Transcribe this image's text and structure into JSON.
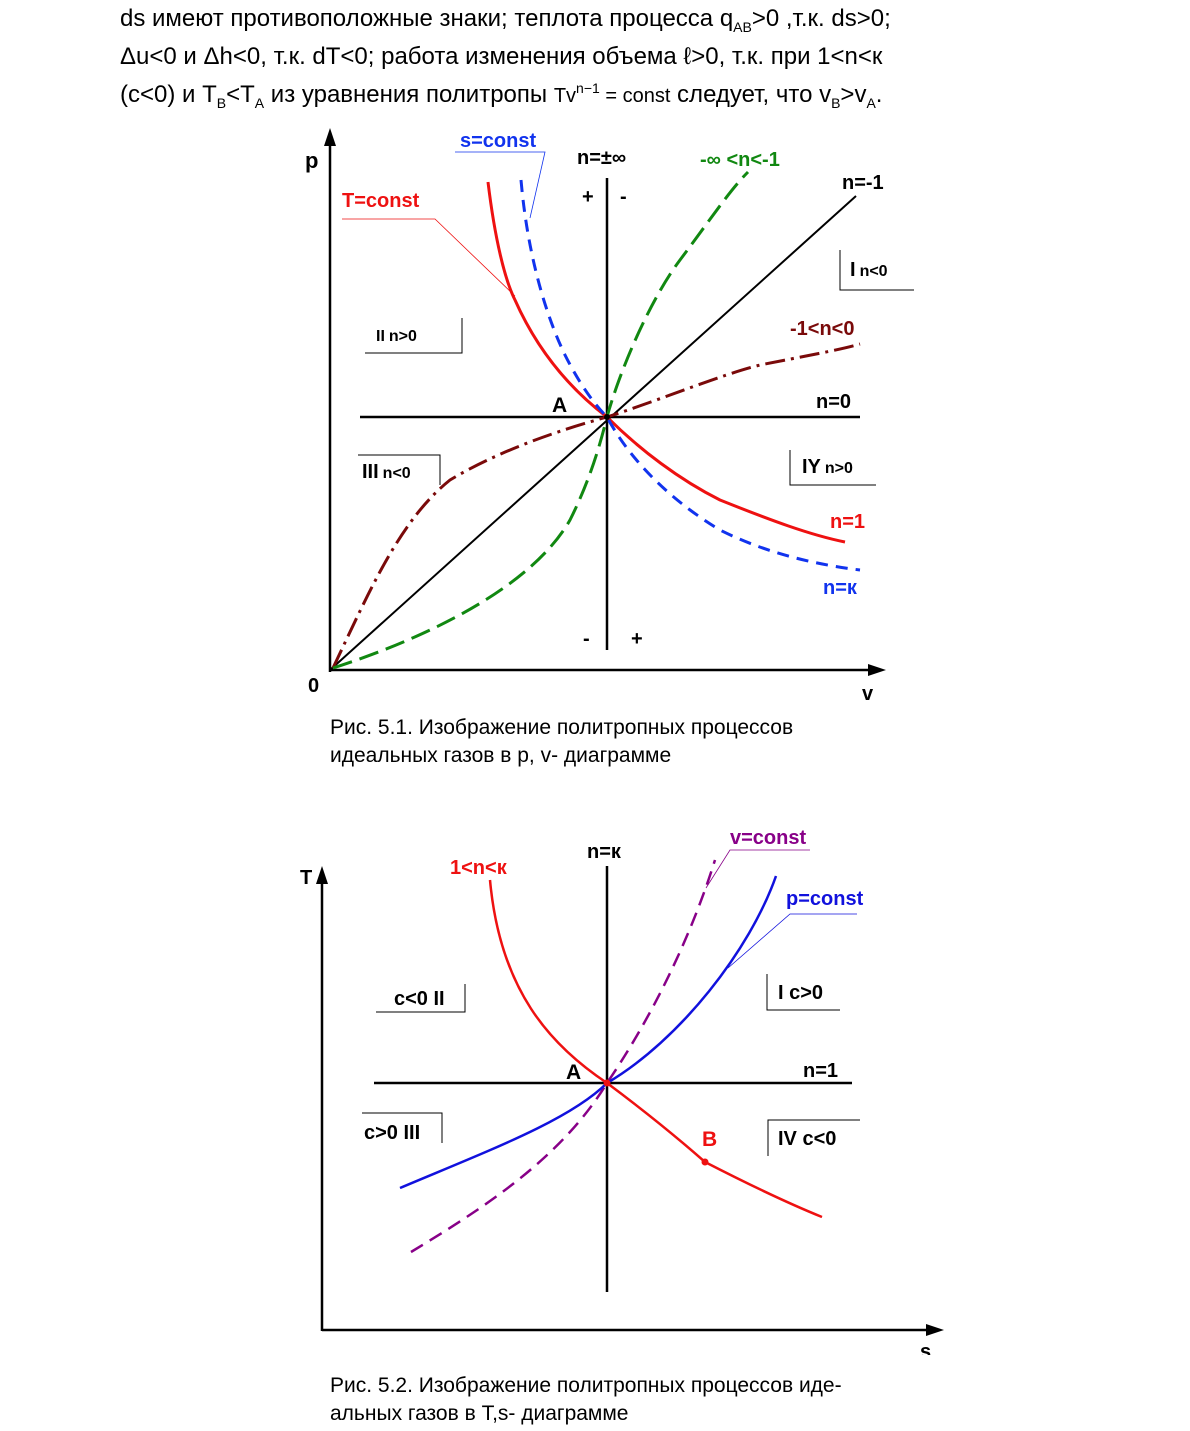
{
  "intro": {
    "l1_a": "ds имеют противоположные знаки; теплота процесса q",
    "l1_sub": "AB",
    "l1_b": ">0 ,т.к. ds>0;",
    "l2": "Δu<0 и Δh<0, т.к. dT<0; работа изменения объема ℓ>0, т.к. при 1<n<к",
    "l3_a": "(c<0) и T",
    "l3_sub1": "B",
    "l3_b": "<T",
    "l3_sub2": "A",
    "l3_c": " из уравнения политропы ",
    "l3_formula": "Tv",
    "l3_sup": "n−1",
    "l3_formula2": " = const",
    "l3_d": " следует, что v",
    "l3_sub3": "B",
    "l3_e": ">v",
    "l3_sub4": "A",
    "l3_f": "."
  },
  "fig1": {
    "ylabel": "p",
    "xlabel": "v",
    "origin": "0",
    "vert_label": "n=±∞",
    "sign_tl": "+",
    "sign_tr": "-",
    "sign_bl": "-",
    "sign_br": "+",
    "point": "A",
    "s_const": "s=const",
    "t_const": "T=const",
    "neg_inf": "-∞ <n<-1",
    "n_m1": "n=-1",
    "m1_0": "-1<n<0",
    "n0": "n=0",
    "n1": "n=1",
    "nk": "n=к",
    "region_I": "I",
    "region_I_sub": "n<0",
    "region_II": "II",
    "region_II_sub": "n>0",
    "region_III": "III",
    "region_III_sub": "n<0",
    "region_IV": "IY",
    "region_IV_sub": "n>0",
    "colors": {
      "red": "#ee1111",
      "blue": "#1133ee",
      "green": "#118811",
      "brown": "#7a0a0a",
      "black": "#000000"
    }
  },
  "caption1": {
    "line1": "Рис. 5.1. Изображение политропных процессов",
    "line2": "идеальных газов в p, v- диаграмме"
  },
  "fig2": {
    "ylabel": "T",
    "xlabel": "s",
    "vert_label": "n=к",
    "point_a": "A",
    "point_b": "B",
    "curve_1nk": "1<n<к",
    "v_const": "v=const",
    "p_const": "p=const",
    "n1": "n=1",
    "region_I": "I c>0",
    "region_II": "c<0 II",
    "region_III": "c>0 III",
    "region_IV": "IV c<0",
    "colors": {
      "red": "#ee1111",
      "blue": "#1111dd",
      "purple": "#880088",
      "black": "#000000"
    }
  },
  "caption2": {
    "line1": "Рис. 5.2. Изображение политропных процессов иде-",
    "line2": "альных газов в T,s- диаграмме"
  }
}
